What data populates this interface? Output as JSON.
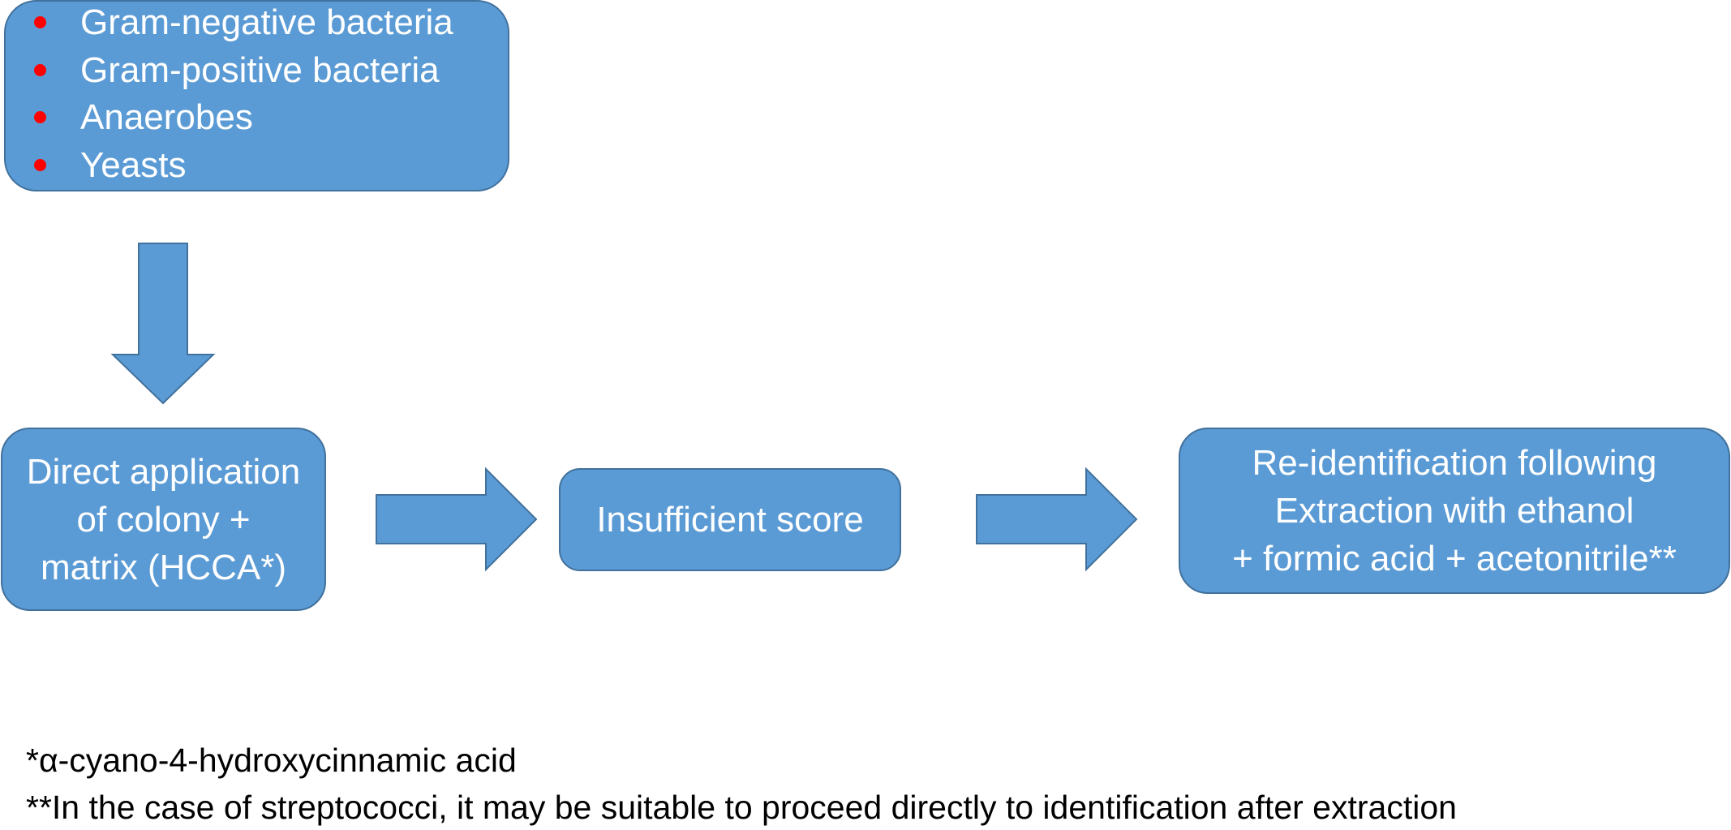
{
  "organisms_box": {
    "items": [
      "Gram-negative bacteria",
      "Gram-positive bacteria",
      "Anaerobes",
      "Yeasts"
    ]
  },
  "steps": {
    "direct_application": {
      "lines": [
        "Direct application",
        "of colony +",
        "matrix (HCCA*)"
      ]
    },
    "insufficient_score": {
      "label": "Insufficient score"
    },
    "reidentification": {
      "lines": [
        "Re-identification following",
        "Extraction with ethanol",
        "+ formic acid + acetonitrile**"
      ]
    }
  },
  "footnotes": [
    "*α-cyano-4-hydroxycinnamic acid",
    "**In the case of streptococci, it may be suitable to proceed directly to identification after extraction"
  ],
  "colors": {
    "box_fill": "#5b9bd5",
    "box_border": "#41719c",
    "bullet": "#ff0000",
    "text_on_box": "#ffffff",
    "footnote_text": "#000000"
  }
}
